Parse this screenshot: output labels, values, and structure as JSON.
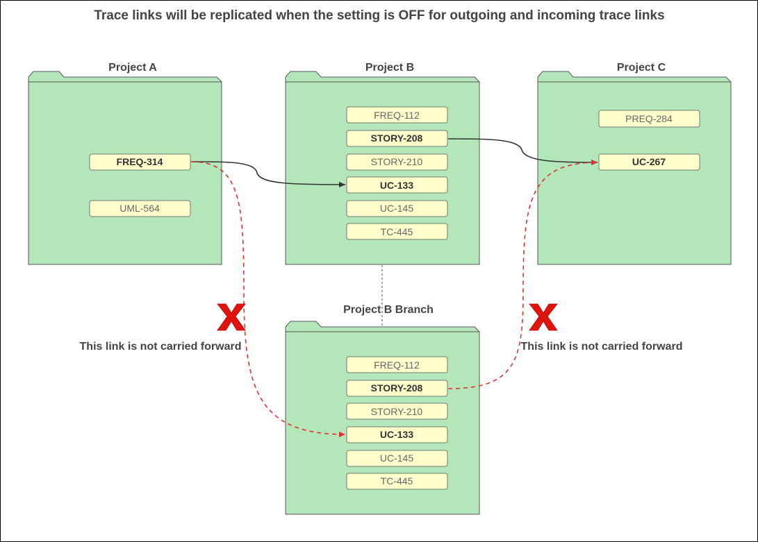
{
  "title": "Trace links will be replicated when the setting is OFF for outgoing and incoming trace links",
  "colors": {
    "folder_fill": "#b3e6b8",
    "item_fill": "#ffffcc",
    "solid_link": "#333333",
    "blocked_link": "#e03030",
    "x_mark": "#e0140f"
  },
  "projects": {
    "a": {
      "label": "Project A",
      "items": [
        {
          "id": "FREQ-314",
          "bold": true
        },
        {
          "id": "UML-564",
          "bold": false
        }
      ]
    },
    "b": {
      "label": "Project B",
      "items": [
        {
          "id": "FREQ-112",
          "bold": false
        },
        {
          "id": "STORY-208",
          "bold": true
        },
        {
          "id": "STORY-210",
          "bold": false
        },
        {
          "id": "UC-133",
          "bold": true
        },
        {
          "id": "UC-145",
          "bold": false
        },
        {
          "id": "TC-445",
          "bold": false
        }
      ]
    },
    "c": {
      "label": "Project C",
      "items": [
        {
          "id": "PREQ-284",
          "bold": false
        },
        {
          "id": "UC-267",
          "bold": true
        }
      ]
    },
    "branch": {
      "label": "Project B Branch",
      "items": [
        {
          "id": "FREQ-112",
          "bold": false
        },
        {
          "id": "STORY-208",
          "bold": true
        },
        {
          "id": "STORY-210",
          "bold": false
        },
        {
          "id": "UC-133",
          "bold": true
        },
        {
          "id": "UC-145",
          "bold": false
        },
        {
          "id": "TC-445",
          "bold": false
        }
      ]
    }
  },
  "links": [
    {
      "from": "FREQ-314",
      "to": "UC-133",
      "style": "solid",
      "replicated": true
    },
    {
      "from": "STORY-208",
      "to": "UC-267",
      "style": "solid",
      "replicated": true
    },
    {
      "from": "FREQ-314",
      "to": "UC-133 (Project B Branch)",
      "style": "dashed",
      "replicated": false
    },
    {
      "from": "STORY-208 (Project B Branch)",
      "to": "UC-267",
      "style": "dashed",
      "replicated": false
    }
  ],
  "notes": {
    "left": "This link is not carried forward",
    "right": "This link is not carried forward"
  },
  "icons": {
    "blocked": "x-mark-icon"
  }
}
